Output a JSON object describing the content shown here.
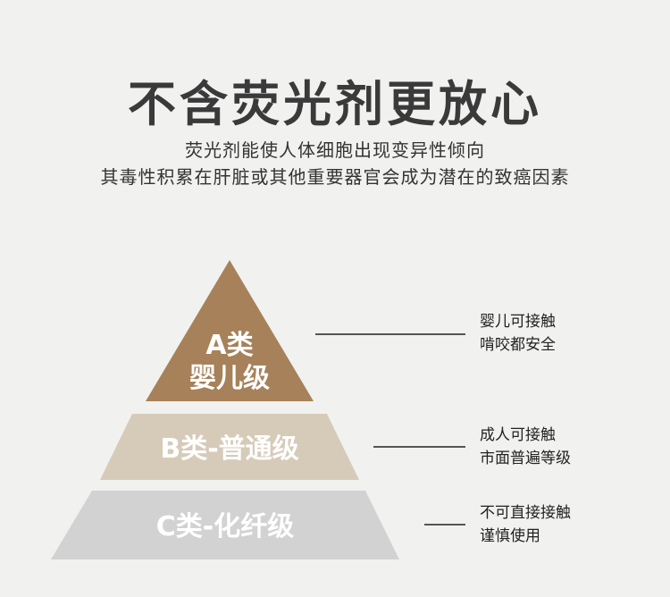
{
  "title": "不含荧光剂更放心",
  "subtitle_lines": [
    "荧光剂能使人体细胞出现变异性倾向",
    "其毒性积累在肝脏或其他重要器官会成为潜在的致癌因素"
  ],
  "tiers": [
    {
      "label_line1": "A类",
      "label_line2": "婴儿级",
      "note_line1": "婴儿可接触",
      "note_line2": "啃咬都安全",
      "color": "#a68159"
    },
    {
      "label": "B类-普通级",
      "note_line1": "成人可接触",
      "note_line2": "市面普遍等级",
      "color": "#d6cbb9"
    },
    {
      "label": "C类-化纤级",
      "note_line1": "不可直接接触",
      "note_line2": "谨慎使用",
      "color": "#d2d2d2"
    }
  ]
}
